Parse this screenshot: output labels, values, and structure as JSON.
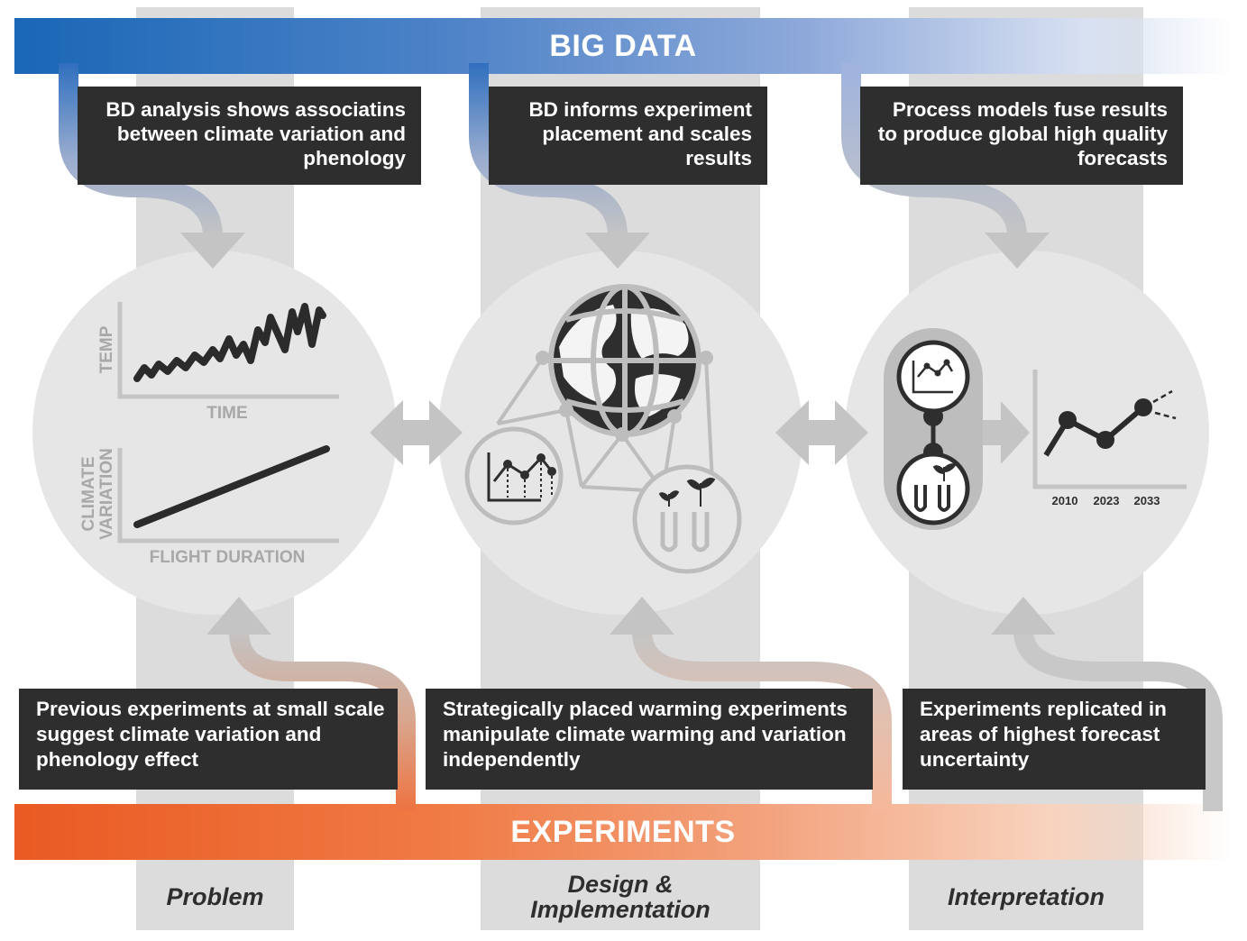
{
  "banners": {
    "top": "BIG DATA",
    "bottom": "EXPERIMENTS"
  },
  "top_boxes": [
    "BD analysis shows associatins between climate variation and phenology",
    "BD informs experiment placement and scales results",
    "Process models fuse results to produce global high quality forecasts"
  ],
  "bottom_boxes": [
    "Previous experiments at small scale suggest climate variation and phenology effect",
    "Strategically placed warming experiments manipulate climate warming and variation independently",
    "Experiments replicated in areas of highest forecast uncertainty"
  ],
  "phases": [
    "Problem",
    "Design & Implementation",
    "Interpretation"
  ],
  "problem_charts": {
    "temp": {
      "ylabel": "TEMP",
      "xlabel": "TIME"
    },
    "climate": {
      "ylabel": "CLIMATE VARIATION",
      "xlabel": "FLIGHT DURATION"
    }
  },
  "forecast_years": [
    "2010",
    "2023",
    "2033"
  ],
  "colors": {
    "big_data_blue": "#1a67b6",
    "experiments_orange": "#ea5a23",
    "box_dark": "#2e2e2e",
    "column_gray": "#dcdcdc",
    "circle_gray": "#e6e6e6",
    "arrow_gray": "#c4c4c4"
  },
  "icons": [
    "globe-icon",
    "chart-icon",
    "test-tubes-icon",
    "double-arrow-icon"
  ]
}
